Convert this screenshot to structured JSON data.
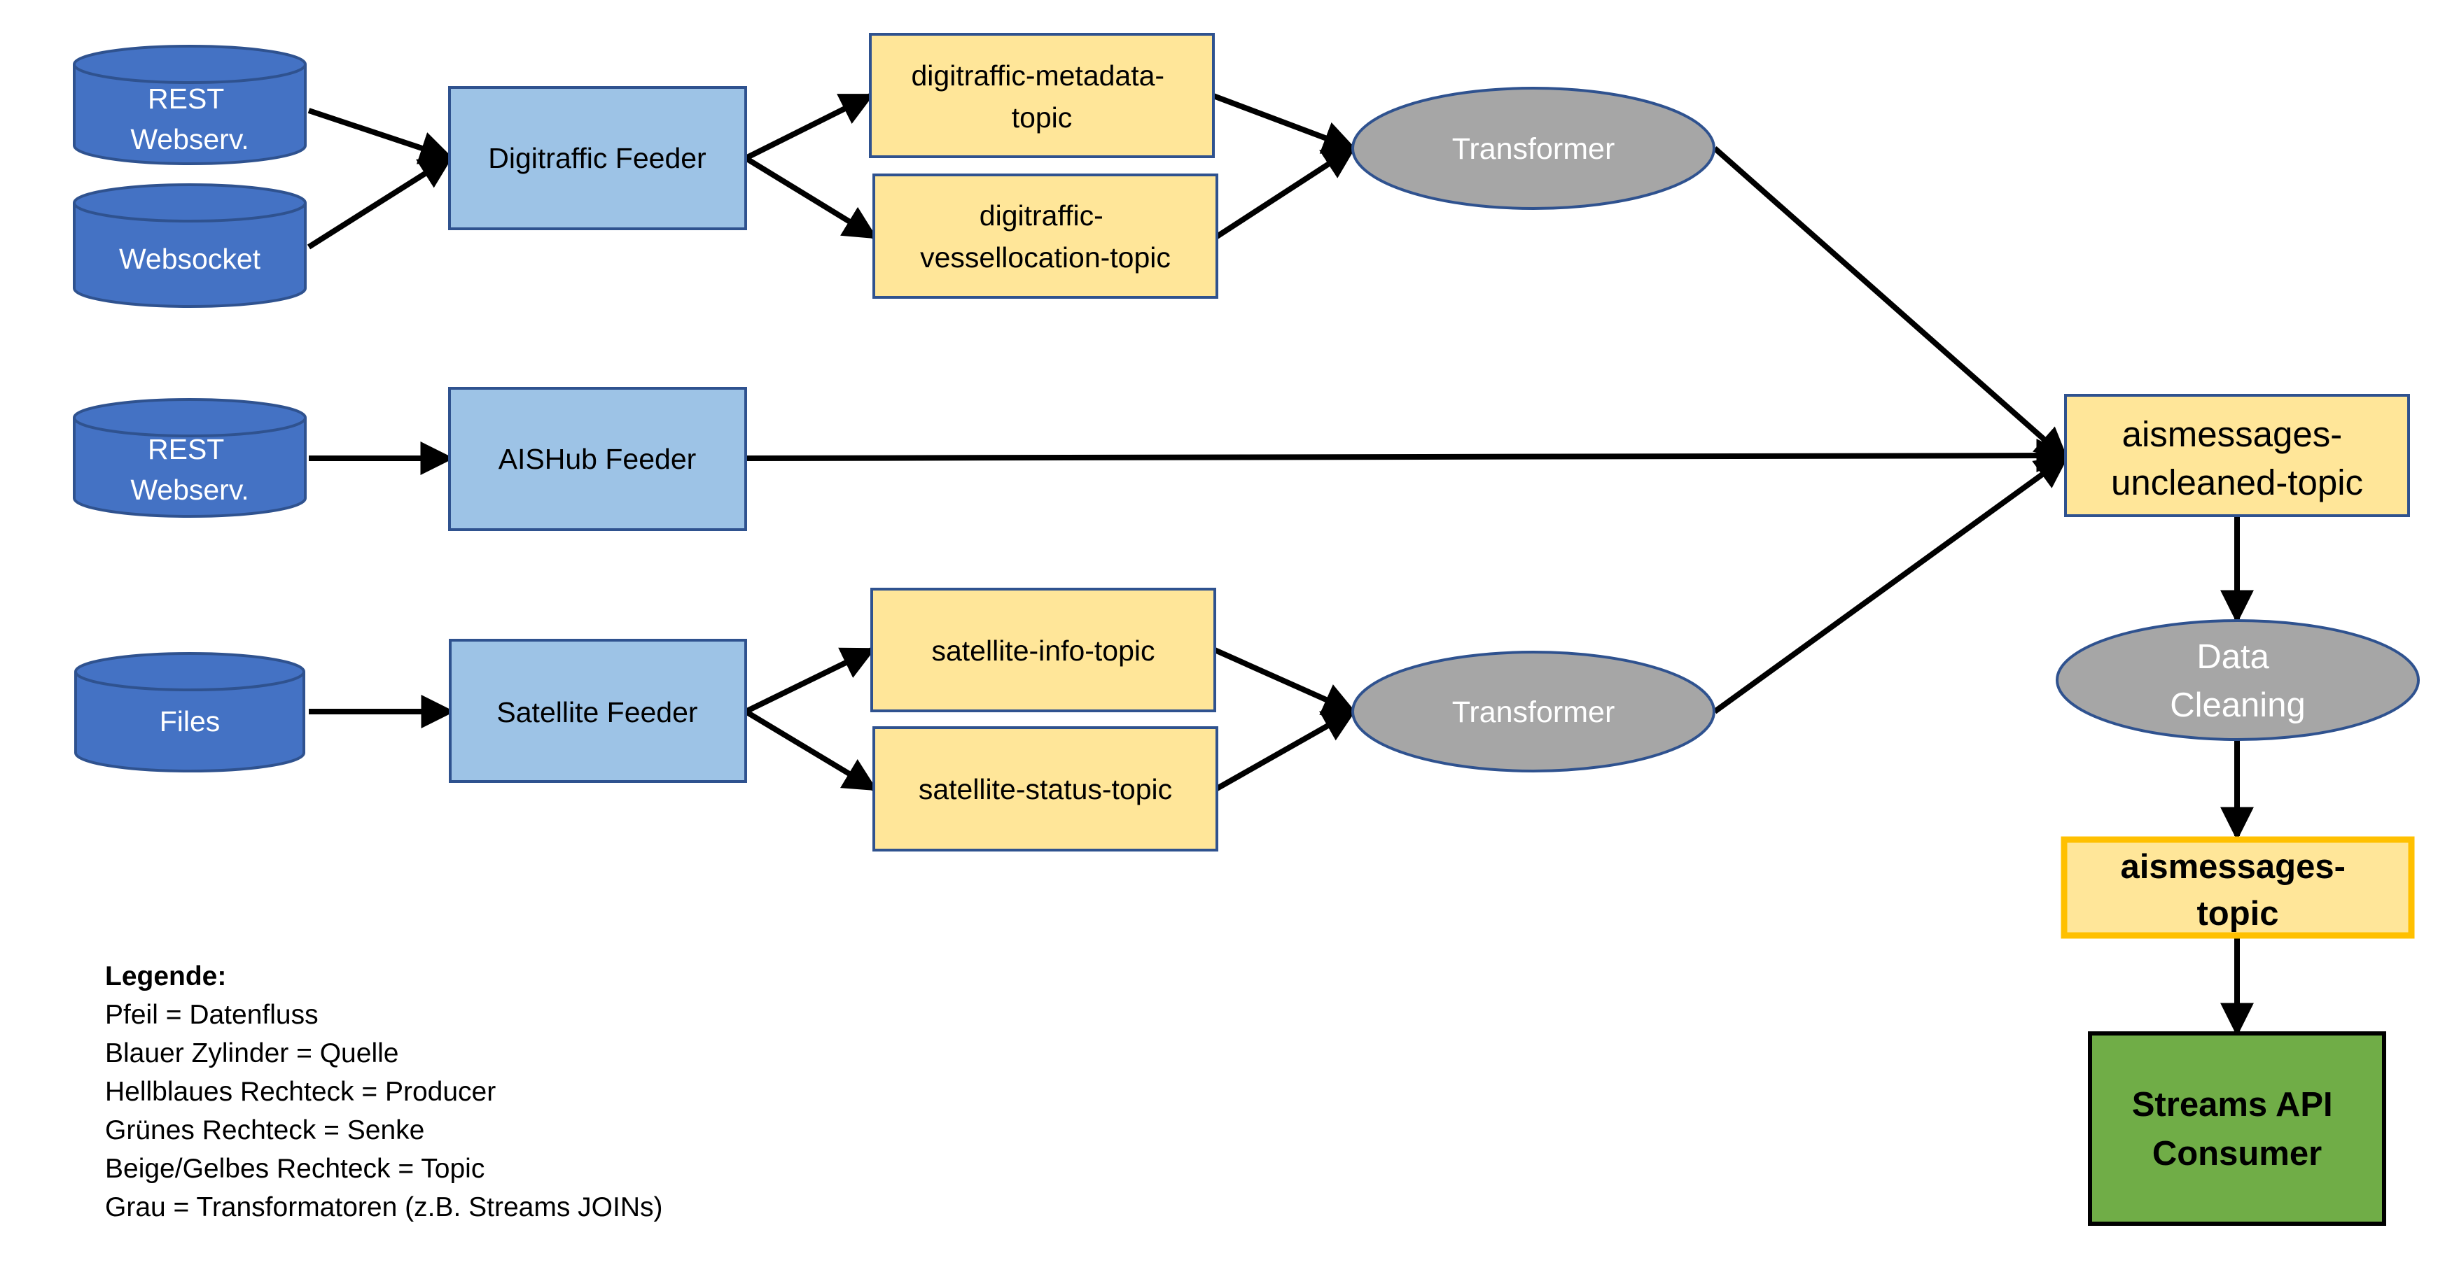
{
  "sources": {
    "rest1": [
      "REST",
      "Webserv."
    ],
    "websocket": [
      "Websocket"
    ],
    "rest2": [
      "REST",
      "Webserv."
    ],
    "files": [
      "Files"
    ]
  },
  "producers": {
    "digitraffic": "Digitraffic Feeder",
    "aishub": "AISHub Feeder",
    "satellite": "Satellite Feeder"
  },
  "topics": {
    "digitraffic_metadata": [
      "digitraffic-metadata-",
      "topic"
    ],
    "digitraffic_vessellocation": [
      "digitraffic-",
      "vessellocation-topic"
    ],
    "satellite_info": [
      "satellite-info-topic"
    ],
    "satellite_status": [
      "satellite-status-topic"
    ],
    "aismessages_uncleaned": [
      "aismessages-",
      "uncleaned-topic"
    ],
    "aismessages": [
      "aismessages-",
      "topic"
    ]
  },
  "transformers": {
    "upper": "Transformer",
    "lower": "Transformer",
    "cleaning": [
      "Data",
      "Cleaning"
    ]
  },
  "sink": [
    "Streams API",
    "Consumer"
  ],
  "legend": {
    "title": "Legende:",
    "lines": [
      "Pfeil = Datenfluss",
      "Blauer Zylinder = Quelle",
      "Hellblaues Rechteck = Producer",
      "Grünes Rechteck = Senke",
      "Beige/Gelbes Rechteck = Topic",
      "Grau = Transformatoren (z.B. Streams JOINs)"
    ]
  },
  "colors": {
    "source_fill": "#4472C4",
    "source_stroke": "#2F528F",
    "producer_fill": "#9DC3E6",
    "producer_stroke": "#2F528F",
    "topic_fill": "#FFE699",
    "topic_stroke": "#2F528F",
    "topic_highlight_stroke": "#FFC000",
    "transformer_fill": "#A6A6A6",
    "sink_fill": "#70AD47",
    "arrow": "#000000"
  }
}
